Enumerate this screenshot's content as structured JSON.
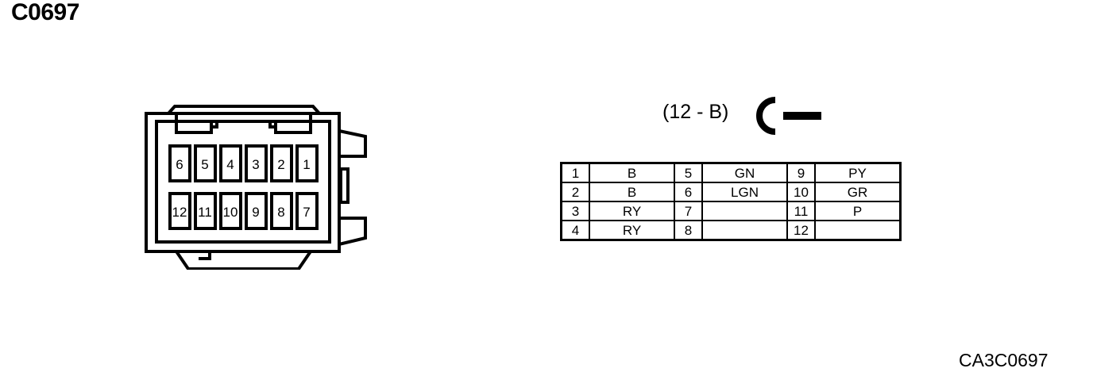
{
  "page": {
    "title": "C0697",
    "reference_code": "CA3C0697"
  },
  "connector": {
    "name": "12-way connector face view",
    "pin_rows": [
      [
        "6",
        "5",
        "4",
        "3",
        "2",
        "1"
      ],
      [
        "12",
        "11",
        "10",
        "9",
        "8",
        "7"
      ]
    ]
  },
  "terminal_symbol": {
    "label": "(12 - B)",
    "icon": "female-terminal-icon"
  },
  "pin_table": {
    "rows": [
      {
        "c1_pin": "1",
        "c1_val": "B",
        "c2_pin": "5",
        "c2_val": "GN",
        "c3_pin": "9",
        "c3_val": "PY"
      },
      {
        "c1_pin": "2",
        "c1_val": "B",
        "c2_pin": "6",
        "c2_val": "LGN",
        "c3_pin": "10",
        "c3_val": "GR"
      },
      {
        "c1_pin": "3",
        "c1_val": "RY",
        "c2_pin": "7",
        "c2_val": "",
        "c3_pin": "11",
        "c3_val": "P"
      },
      {
        "c1_pin": "4",
        "c1_val": "RY",
        "c2_pin": "8",
        "c2_val": "",
        "c3_pin": "12",
        "c3_val": ""
      }
    ]
  },
  "colors": {
    "ink": "#000000",
    "paper": "#ffffff"
  }
}
